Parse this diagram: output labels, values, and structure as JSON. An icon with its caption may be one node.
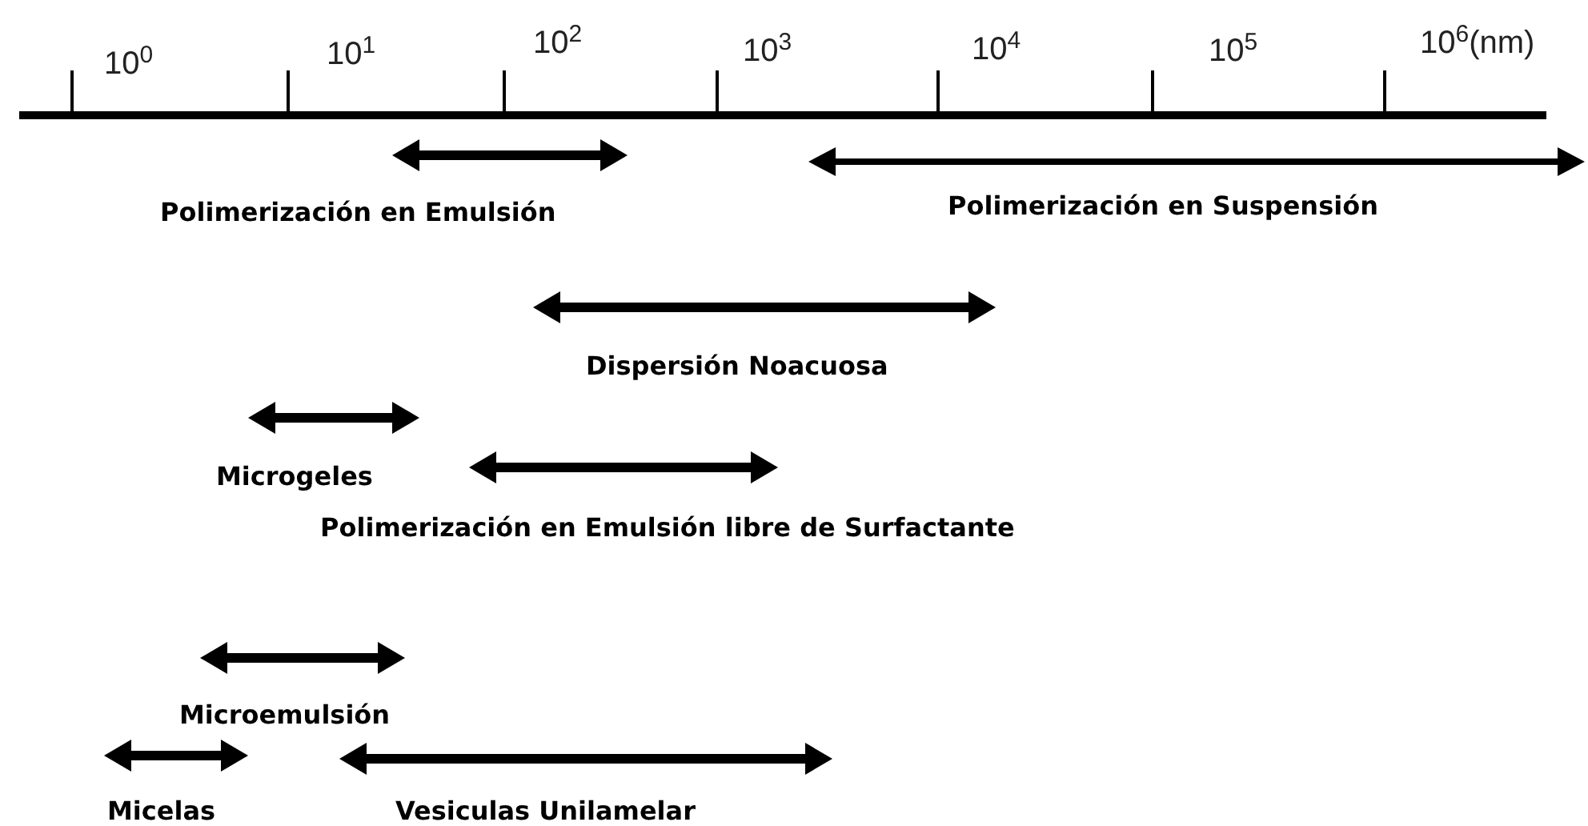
{
  "diagram": {
    "labels": [
      "10$^{0}$",
      "10$^{1}$",
      "10$^{2}$",
      "10$^{3}$",
      "10$^{4}$",
      "10$^{5}$",
      "10$^{6}$(nm)",
      "Polimerización en Emulsión",
      "Polimerización en Suspensión",
      "Dispersión Noacuosa",
      "Microgeles",
      "Polimerización en Emulsión libre de Surfactante",
      "Microemulsión",
      "Micelas",
      "Vesiculas Unilamelar"
    ]
  }
}
